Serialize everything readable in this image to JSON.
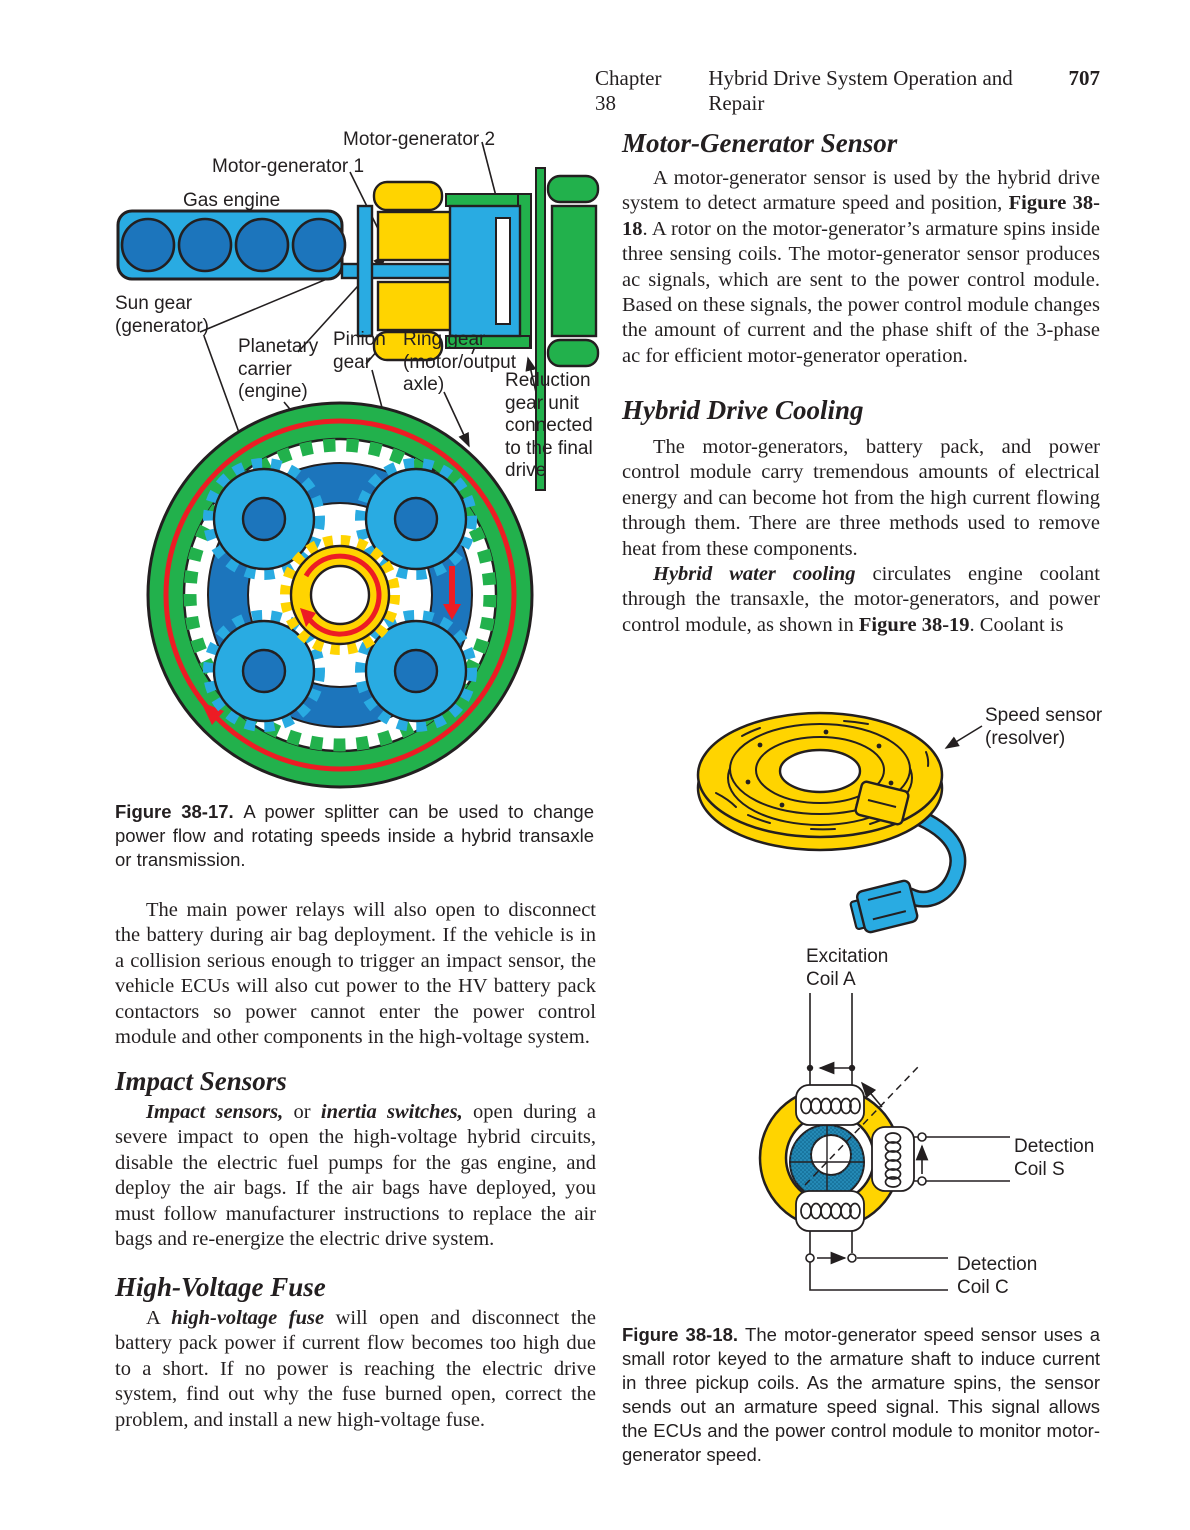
{
  "header": {
    "chapter": "Chapter 38",
    "title": "Hybrid Drive System Operation and Repair",
    "page_number": "707"
  },
  "colors": {
    "yellow": "#FFD400",
    "green": "#22B14C",
    "light_blue": "#29ABE2",
    "dark_blue": "#1C75BC",
    "red": "#ED1C24",
    "rotor_blue": "#2489B5"
  },
  "left_column": {
    "figure_38_17": {
      "labels": {
        "motor_generator_2": "Motor-generator 2",
        "motor_generator_1": "Motor-generator 1",
        "gas_engine": "Gas engine",
        "sun_gear": "Sun gear\n(generator)",
        "planetary_carrier": "Planetary\ncarrier\n(engine)",
        "pinion_gear": "Pinion\ngear",
        "ring_gear": "Ring gear\n(motor/output\naxle)",
        "reduction_gear": "Reduction\ngear unit\nconnected\nto the final\ndrive"
      },
      "caption": [
        {
          "t": "Figure 38-17. ",
          "s": "b"
        },
        {
          "t": "A power splitter can be used to change power flow and rotating speeds inside a hybrid transaxle or transmission.",
          "s": "n"
        }
      ]
    },
    "para_main_relays": "The main power relays will also open to disconnect the battery during air bag deployment. If the vehicle is in a collision serious enough to trigger an impact sensor, the vehicle ECUs will also cut power to the HV battery pack contactors so power cannot enter the power control module and other components in the high-voltage system.",
    "impact_sensors": {
      "heading": "Impact Sensors",
      "para": [
        {
          "t": "Impact sensors,",
          "s": "bi"
        },
        {
          "t": " or ",
          "s": "n"
        },
        {
          "t": "inertia switches,",
          "s": "bi"
        },
        {
          "t": " open during a severe impact to open the high-voltage hybrid circuits, disable the electric fuel pumps for the gas engine, and deploy the air bags. If the air bags have deployed, you must follow manufacturer instructions to replace the air bags and re-energize the electric drive system.",
          "s": "n"
        }
      ]
    },
    "high_voltage_fuse": {
      "heading": "High-Voltage Fuse",
      "para": [
        {
          "t": "A ",
          "s": "n"
        },
        {
          "t": "high-voltage fuse",
          "s": "bi"
        },
        {
          "t": " will open and disconnect the battery pack power if current flow becomes too high due to a short. If no power is reaching the electric drive system, find out why the fuse burned open, correct the problem, and install a new high-voltage fuse.",
          "s": "n"
        }
      ]
    }
  },
  "right_column": {
    "motor_generator_sensor": {
      "heading": "Motor-Generator Sensor",
      "para": [
        {
          "t": "A motor-generator sensor is used by the hybrid drive system to detect armature speed and position, ",
          "s": "n"
        },
        {
          "t": "Figure 38-18",
          "s": "b"
        },
        {
          "t": ". A rotor on the motor-generator’s armature spins inside three sensing coils. The motor-generator sensor produces ac signals, which are sent to the power control module. Based on these signals, the power control module changes the amount of current and the phase shift of the 3-phase ac for efficient motor-generator operation.",
          "s": "n"
        }
      ]
    },
    "hybrid_drive_cooling": {
      "heading": "Hybrid Drive Cooling",
      "para1": "The motor-generators, battery pack, and power control module carry tremendous amounts of electrical energy and can become hot from the high current flowing through them. There are three methods used to remove heat from these components.",
      "para2": [
        {
          "t": "Hybrid water cooling",
          "s": "bi"
        },
        {
          "t": " circulates engine coolant through the transaxle, the motor-generators, and power control module, as shown in ",
          "s": "n"
        },
        {
          "t": "Figure 38-19",
          "s": "b"
        },
        {
          "t": ". Coolant is",
          "s": "n"
        }
      ]
    },
    "figure_38_18": {
      "labels": {
        "speed_sensor": "Speed sensor\n(resolver)",
        "excitation_coil_a": "Excitation\nCoil A",
        "detection_coil_s": "Detection\nCoil S",
        "detection_coil_c": "Detection\nCoil C"
      },
      "caption": [
        {
          "t": "Figure 38-18. ",
          "s": "b"
        },
        {
          "t": "The motor-generator speed sensor uses a small rotor keyed to the armature shaft to induce current in three pickup coils. As the armature spins, the sensor sends out an armature speed signal. This signal allows the ECUs and the power control module to monitor motor-generator speed.",
          "s": "n"
        }
      ]
    }
  }
}
